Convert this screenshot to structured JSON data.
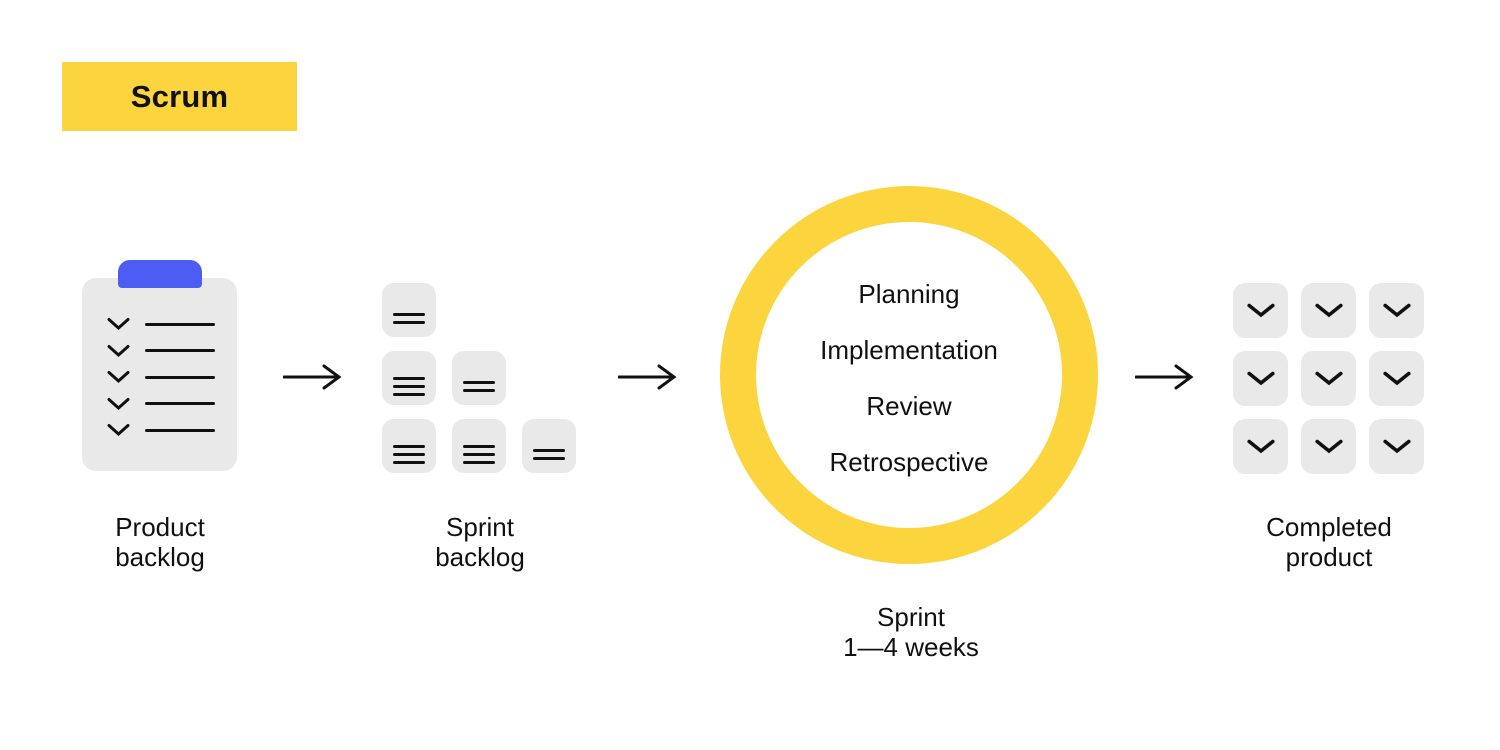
{
  "colors": {
    "background": "#FFFFFF",
    "accent_yellow": "#FBD43E",
    "clip_blue": "#4D5CF2",
    "card_gray": "#E9E9E9",
    "ink": "#111111"
  },
  "title": "Scrum",
  "flow": {
    "product_backlog": {
      "label": "Product\nbacklog",
      "icon": "clipboard-checklist-icon",
      "checklist_rows": 5
    },
    "sprint_backlog": {
      "label": "Sprint\nbacklog",
      "icon": "task-cards-icon",
      "cards": [
        {
          "row": 1,
          "col": 1,
          "lines": 2
        },
        {
          "row": 2,
          "col": 1,
          "lines": 3
        },
        {
          "row": 2,
          "col": 2,
          "lines": 2
        },
        {
          "row": 3,
          "col": 1,
          "lines": 3
        },
        {
          "row": 3,
          "col": 2,
          "lines": 3
        },
        {
          "row": 3,
          "col": 3,
          "lines": 2
        }
      ]
    },
    "sprint_cycle": {
      "icon": "yellow-cycle-ring-icon",
      "phases": [
        "Planning",
        "Implementation",
        "Review",
        "Retrospective"
      ],
      "label": "Sprint\n1—4 weeks"
    },
    "completed_product": {
      "label": "Completed\nproduct",
      "icon": "check-grid-icon",
      "grid": {
        "rows": 3,
        "cols": 3
      }
    },
    "arrow_count": 3
  }
}
